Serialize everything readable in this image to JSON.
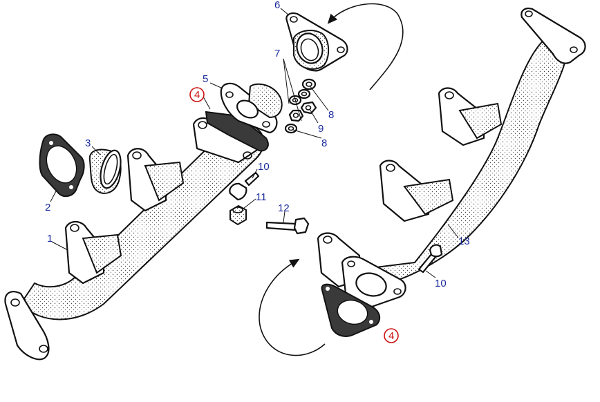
{
  "colors": {
    "callout": "#1a2a9c",
    "highlight": "#cc1111",
    "line": "#111111",
    "background": "#ffffff"
  },
  "callouts": {
    "c1": "1",
    "c2": "2",
    "c3": "3",
    "c4a": "4",
    "c4b": "4",
    "c5": "5",
    "c6": "6",
    "c7": "7",
    "c8a": "8",
    "c8b": "8",
    "c9": "9",
    "c10a": "10",
    "c10b": "10",
    "c11": "11",
    "c12": "12",
    "c13": "13"
  }
}
